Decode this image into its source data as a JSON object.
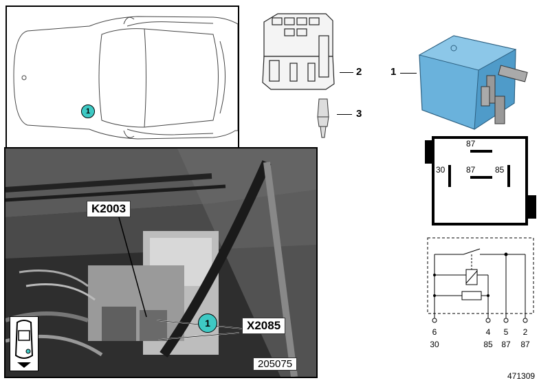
{
  "car_view": {
    "marker": "1"
  },
  "photo": {
    "labels": {
      "k2003": "K2003",
      "x2085": "X2085"
    },
    "marker": "1",
    "photo_number": "205075",
    "car_icon": "car-top-view-icon"
  },
  "parts": {
    "callouts": {
      "one": "1",
      "two": "2",
      "three": "3"
    },
    "relay_color": "#6ab2dc"
  },
  "relay_pinout": {
    "terminals": {
      "top": "87",
      "left": "30",
      "center": "87",
      "right": "85"
    }
  },
  "circuit": {
    "pins": [
      {
        "pin": "6",
        "terminal": "30"
      },
      {
        "pin": "4",
        "terminal": "85"
      },
      {
        "pin": "5",
        "terminal": "87"
      },
      {
        "pin": "2",
        "terminal": "87"
      }
    ]
  },
  "diagram_number": "471309"
}
